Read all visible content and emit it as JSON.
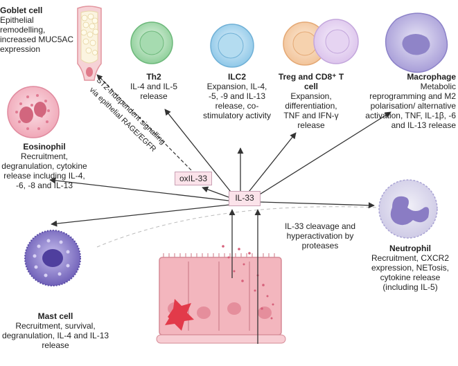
{
  "center": {
    "label": "IL-33"
  },
  "oxidized": {
    "label": "oxIL-33"
  },
  "st2_path": {
    "line1": "ST2-independent signalling",
    "line2": "via epithelial RAGE/EGFR"
  },
  "protease_note": "IL-33 cleavage and hyperactivation by proteases",
  "cells": {
    "goblet": {
      "title": "Goblet cell",
      "desc": "Epithelial remodelling, increased MUC5AC expression"
    },
    "th2": {
      "title": "Th2",
      "desc": "IL-4 and IL-5 release"
    },
    "ilc2": {
      "title": "ILC2",
      "desc": "Expansion, IL-4, -5, -9 and IL-13 release, co-stimulatory activity"
    },
    "treg": {
      "title": "Treg and CD8⁺ T cell",
      "desc": "Expansion, differentiation, TNF and IFN-γ release"
    },
    "macrophage": {
      "title": "Macrophage",
      "desc": "Metabolic reprogramming and M2 polarisation/ alternative activation, TNF, IL-1β, -6 and IL-13 release"
    },
    "eosinophil": {
      "title": "Eosinophil",
      "desc": "Recruitment, degranulation, cytokine release including IL-4, -6, -8 and IL-13"
    },
    "mast": {
      "title": "Mast cell",
      "desc": "Recruitment, survival, degranulation, IL-4 and IL-13 release"
    },
    "neutrophil": {
      "title": "Neutrophil",
      "desc": "Recruitment, CXCR2 expression, NETosis, cytokine release (including IL-5)"
    }
  },
  "colors": {
    "box_fill": "#fbe3ea",
    "th2": "#8fcf9a",
    "ilc2": "#8fc8e8",
    "treg": "#f2c49a",
    "cd8": "#dcc4ec",
    "macrophage": "#b9b0e0",
    "eosinophil": "#f0a8b8",
    "mast": "#8a7cc8",
    "neutrophil": "#cfcbe6",
    "epithelium": "#f3b6be"
  }
}
